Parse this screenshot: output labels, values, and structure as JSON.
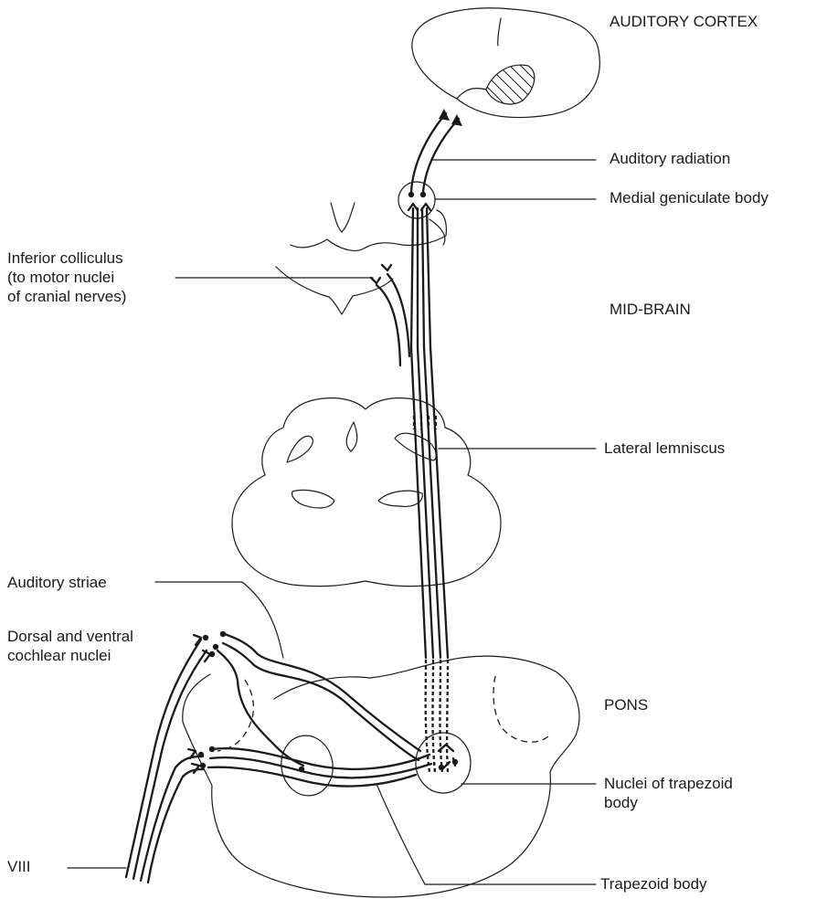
{
  "labels": {
    "auditory_cortex": "AUDITORY CORTEX",
    "auditory_radiation": "Auditory radiation",
    "medial_geniculate_body": "Medial geniculate body",
    "inferior_colliculus": "Inferior colliculus\n(to motor nuclei\nof cranial nerves)",
    "mid_brain": "MID-BRAIN",
    "lateral_lemniscus": "Lateral lemniscus",
    "auditory_striae": "Auditory striae",
    "cochlear_nuclei": "Dorsal and ventral\ncochlear nuclei",
    "pons": "PONS",
    "nuclei_trapezoid_body": "Nuclei of trapezoid\nbody",
    "viii": "VIII",
    "trapezoid_body": "Trapezoid body"
  }
}
